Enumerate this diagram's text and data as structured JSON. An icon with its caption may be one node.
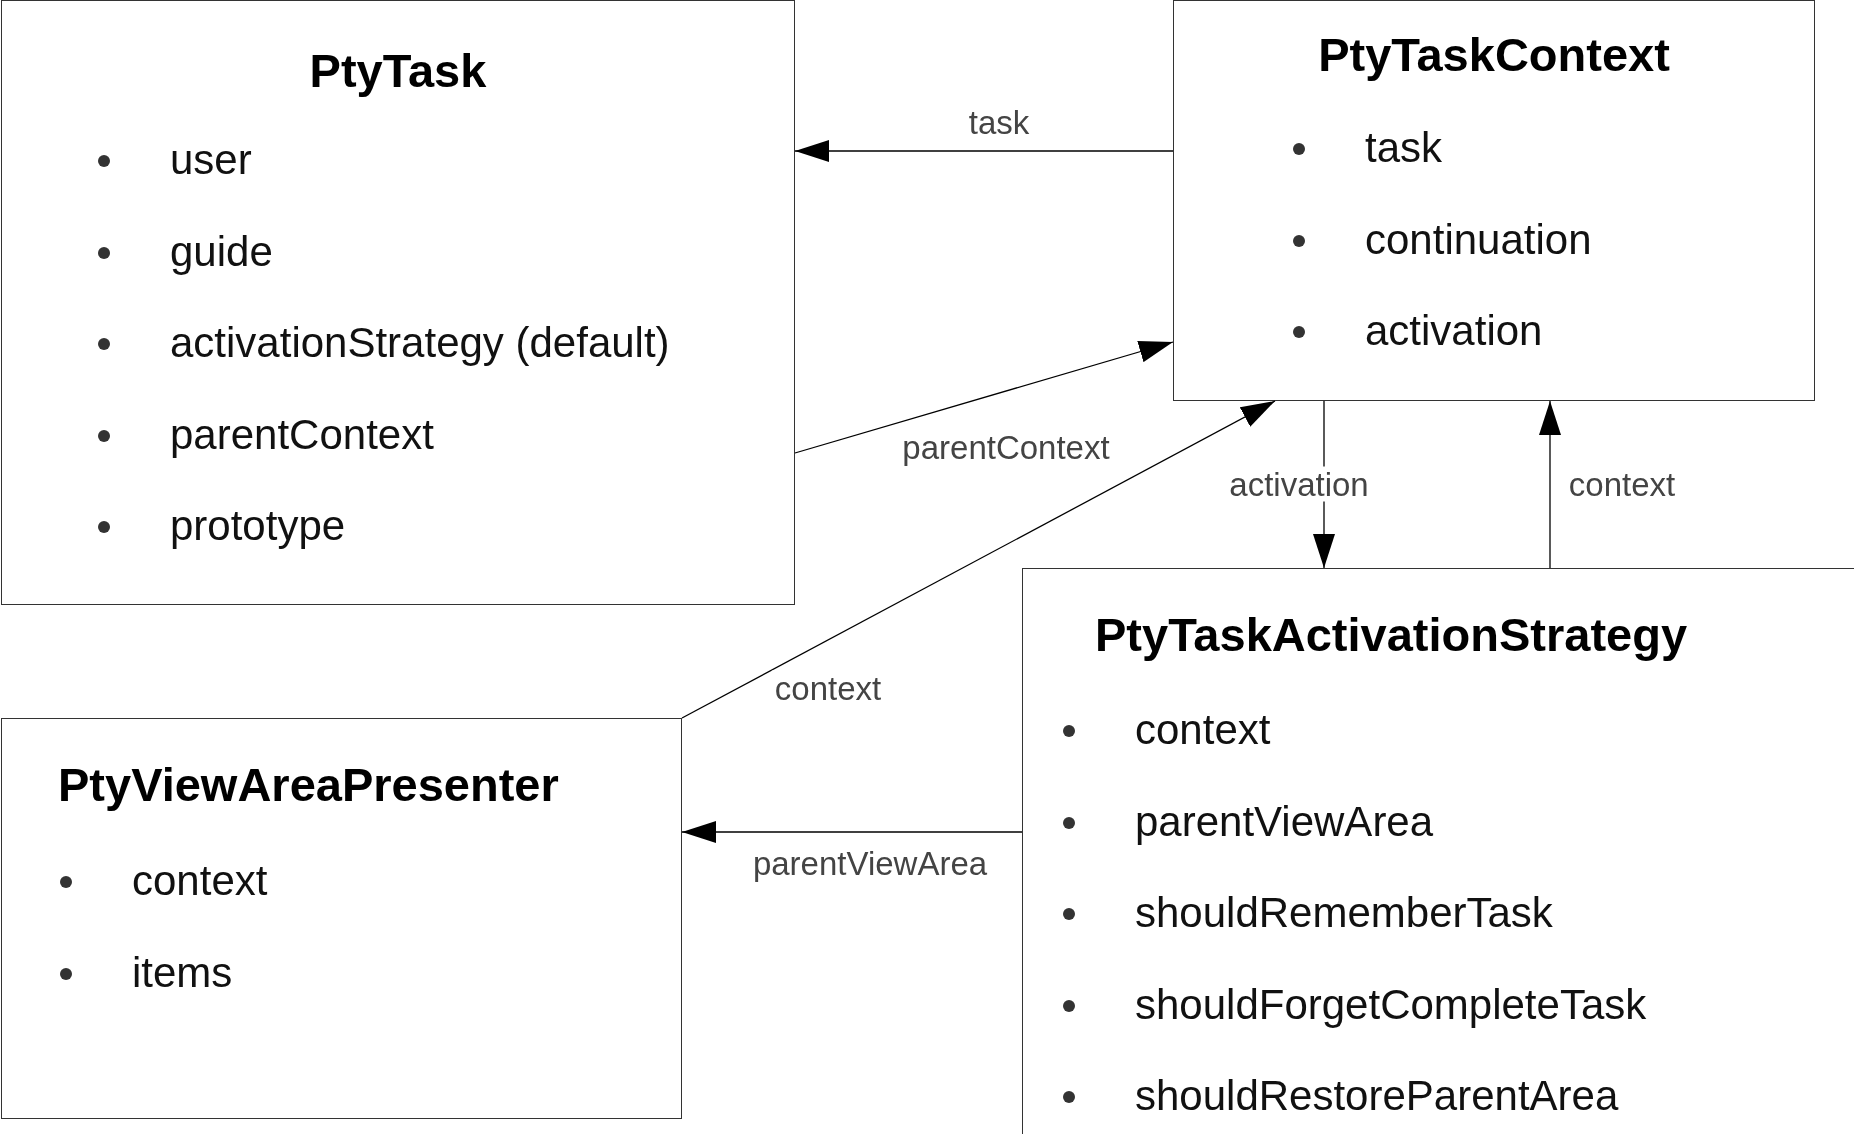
{
  "diagram": {
    "nodes": [
      {
        "text": [
          "PtyTask",
          "user",
          "guide",
          "activationStrategy (default)",
          "parentContext",
          "prototype"
        ]
      },
      {
        "text": [
          "PtyTaskContext",
          "task",
          "continuation",
          "activation"
        ]
      },
      {
        "text": [
          "PtyTaskActivationStrategy",
          "context",
          "parentViewArea",
          "shouldRememberTask",
          "shouldForgetCompleteTask",
          "shouldRestoreParentArea"
        ]
      },
      {
        "text": [
          "PtyViewAreaPresenter",
          "context",
          "items"
        ]
      }
    ],
    "edges": [
      {
        "from": 1,
        "to": 0,
        "arrow": "to",
        "label": "task"
      },
      {
        "from": 0,
        "to": 1,
        "arrow": "to",
        "label": "parentContext"
      },
      {
        "from": 3,
        "to": 1,
        "arrow": "to",
        "label": "context"
      },
      {
        "from": 1,
        "to": 2,
        "arrow": "to",
        "label": "activation"
      },
      {
        "from": 2,
        "to": 1,
        "arrow": "to",
        "label": "context"
      },
      {
        "from": 2,
        "to": 3,
        "arrow": "to",
        "label": "parentViewArea"
      }
    ]
  }
}
